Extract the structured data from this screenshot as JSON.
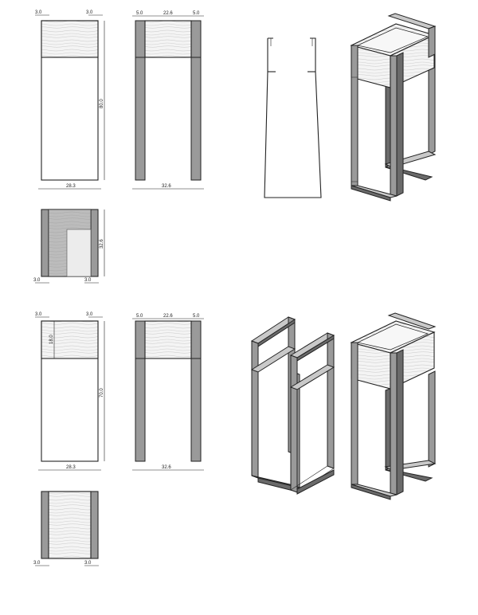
{
  "colors": {
    "metal": "#9a9a9a",
    "metal_dark": "#6a6a6a",
    "metal_light": "#c9c9c9",
    "line": "#222222"
  },
  "set1": {
    "front": {
      "left_dim": "3.0",
      "right_dim": "3.0",
      "height_dim": "80.0",
      "width_dim": "28.3"
    },
    "side": {
      "left_dim": "5.0",
      "mid_dim": "22.6",
      "right_dim": "5.0",
      "width_dim": "32.6"
    },
    "top": {
      "left_dim": "3.0",
      "right_dim": "3.0",
      "depth_dim": "32.6"
    }
  },
  "set2": {
    "front": {
      "left_dim": "3.0",
      "right_dim": "3.0",
      "box_dim": "18.0",
      "height_dim": "70.0",
      "width_dim": "28.3"
    },
    "side": {
      "left_dim": "5.0",
      "mid_dim": "22.6",
      "right_dim": "5.0",
      "width_dim": "32.6"
    },
    "top": {
      "left_dim": "3.0",
      "right_dim": "3.0"
    }
  }
}
